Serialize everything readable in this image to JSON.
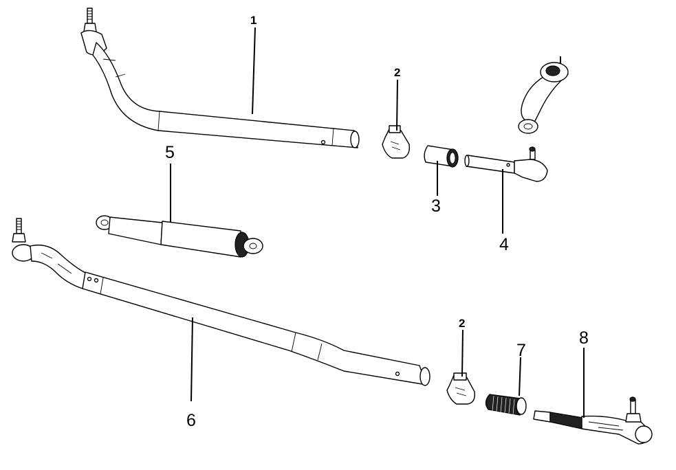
{
  "callouts": [
    {
      "id": "c1",
      "text": "1",
      "bold": true
    },
    {
      "id": "c2a",
      "text": "2",
      "bold": true
    },
    {
      "id": "c3",
      "text": "3",
      "bold": false
    },
    {
      "id": "c4",
      "text": "4",
      "bold": false
    },
    {
      "id": "c5",
      "text": "5",
      "bold": false
    },
    {
      "id": "c6",
      "text": "6",
      "bold": false
    },
    {
      "id": "c2b",
      "text": "2",
      "bold": true
    },
    {
      "id": "c7",
      "text": "7",
      "bold": false
    },
    {
      "id": "c8",
      "text": "8",
      "bold": false
    }
  ]
}
